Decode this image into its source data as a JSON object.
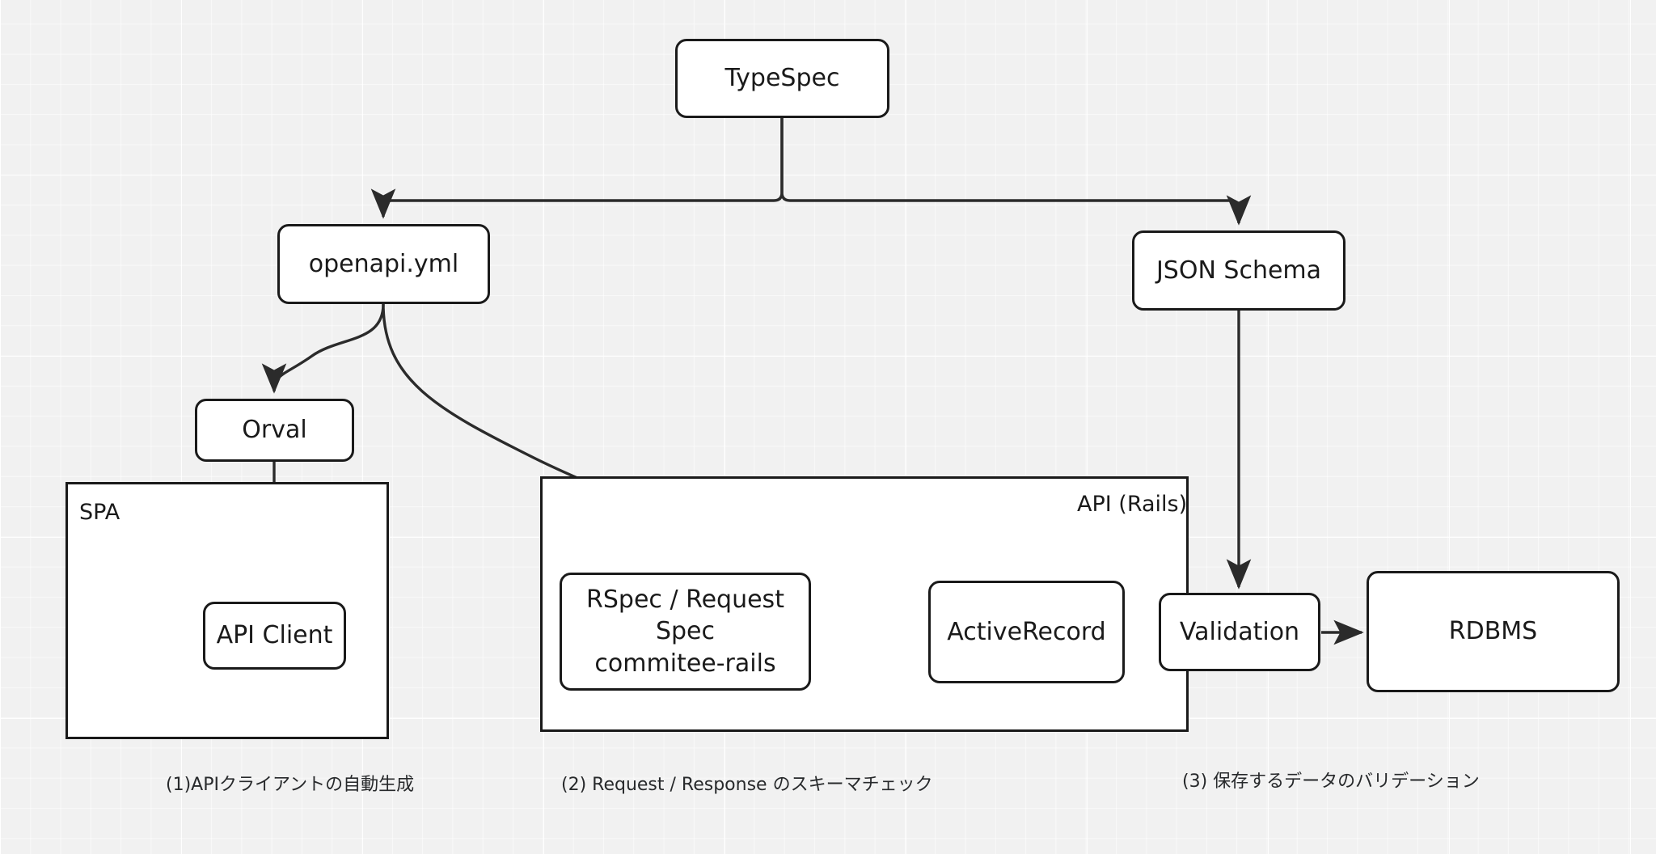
{
  "diagram": {
    "title": "TypeSpec schema-driven development flow",
    "background_color": "#f1f1f1",
    "node_fill": "#ffffff",
    "stroke_color": "#1a1a1a",
    "nodes": [
      {
        "id": "typespec",
        "label": "TypeSpec"
      },
      {
        "id": "openapi",
        "label": "openapi.yml"
      },
      {
        "id": "jsonschema",
        "label": "JSON Schema"
      },
      {
        "id": "orval",
        "label": "Orval"
      },
      {
        "id": "apiclient",
        "label": "API Client"
      },
      {
        "id": "rspec",
        "label": "RSpec / Request Spec\ncommitee-rails"
      },
      {
        "id": "activerecord",
        "label": "ActiveRecord"
      },
      {
        "id": "validation",
        "label": "Validation"
      },
      {
        "id": "rdbms",
        "label": "RDBMS"
      }
    ],
    "groups": [
      {
        "id": "spa",
        "label": "SPA"
      },
      {
        "id": "rails",
        "label": "API (Rails)"
      }
    ],
    "captions": [
      {
        "id": "caption-1",
        "text": "(1)APIクライアントの自動生成"
      },
      {
        "id": "caption-2",
        "text": "(2) Request / Response のスキーマチェック"
      },
      {
        "id": "caption-3",
        "text": "(3) 保存するデータのバリデーション"
      }
    ],
    "edges": [
      {
        "from": "typespec",
        "to": "openapi",
        "style": "orthogonal",
        "arrow": "end"
      },
      {
        "from": "typespec",
        "to": "jsonschema",
        "style": "orthogonal",
        "arrow": "end"
      },
      {
        "from": "openapi",
        "to": "orval",
        "style": "curved",
        "arrow": "end"
      },
      {
        "from": "openapi",
        "to": "rspec",
        "style": "curved",
        "arrow": "end"
      },
      {
        "from": "orval",
        "to": "apiclient",
        "style": "straight",
        "arrow": "end"
      },
      {
        "from": "jsonschema",
        "to": "validation",
        "style": "straight",
        "arrow": "end"
      },
      {
        "from": "activerecord",
        "to": "validation",
        "style": "straight",
        "arrow": "end"
      },
      {
        "from": "validation",
        "to": "rdbms",
        "style": "straight",
        "arrow": "end"
      }
    ]
  }
}
